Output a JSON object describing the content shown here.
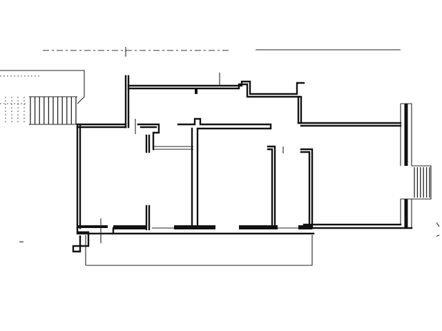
{
  "diagram": {
    "type": "floor-plan",
    "style": "black-and-white line drawing",
    "colors": {
      "background": "#ffffff",
      "ink": "#111111"
    },
    "stairs": [
      {
        "location": "left",
        "steps": 11
      },
      {
        "location": "right",
        "steps": 6
      }
    ]
  }
}
